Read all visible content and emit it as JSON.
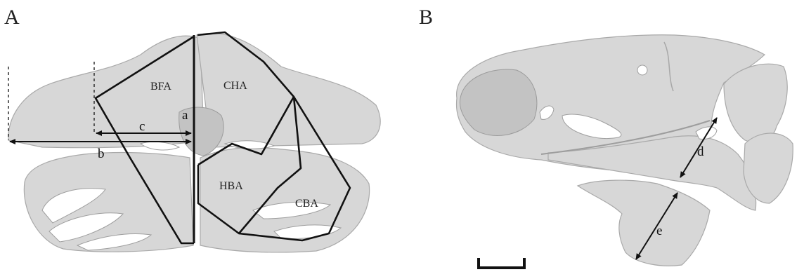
{
  "panels": {
    "a": {
      "label": "A"
    },
    "b": {
      "label": "B"
    }
  },
  "regions": {
    "bfa": "BFA",
    "cha": "CHA",
    "hba": "HBA",
    "cba": "CBA"
  },
  "measurements": {
    "a": "a",
    "b": "b",
    "c": "c",
    "d": "d",
    "e": "e"
  },
  "colors": {
    "bone": "#d7d7d7",
    "outline": "#111111",
    "background": "#ffffff"
  }
}
